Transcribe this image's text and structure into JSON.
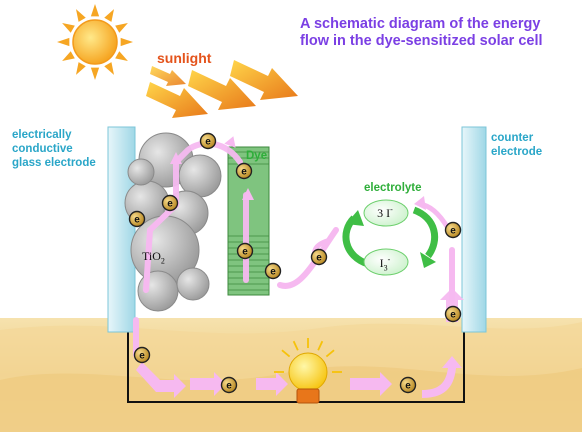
{
  "title_line1": "A schematic diagram of the energy",
  "title_line2": "flow in the dye-sensitized solar cell",
  "labels": {
    "sunlight": "sunlight",
    "electrode_line1": "electrically",
    "electrode_line2": "conductive",
    "electrode_line3": "glass electrode",
    "counter_line1": "counter",
    "counter_line2": "electrode",
    "dye": "Dye",
    "electrolyte": "electrolyte",
    "tio2": "TiO",
    "tio2_sub": "2",
    "ion_triiodide": "3 I",
    "ion_triiodide_sup": "-",
    "ion_iodide": "I",
    "ion_iodide_sub": "3",
    "ion_iodide_sup": "-",
    "electron": "e"
  },
  "colors": {
    "title": "#7b3fe4",
    "sunlight": "#e4531b",
    "electrode_label": "#2aa6c8",
    "dye_label": "#2fae3a",
    "arrow_pink": "#f6b9f0",
    "dye_strip": "#7fc47f",
    "glass": "#bfe6ef",
    "sand": "#f1d99e"
  },
  "icons": {
    "sun": "sun-icon",
    "light_bulb": "light-bulb-icon",
    "electron": "electron-icon"
  }
}
